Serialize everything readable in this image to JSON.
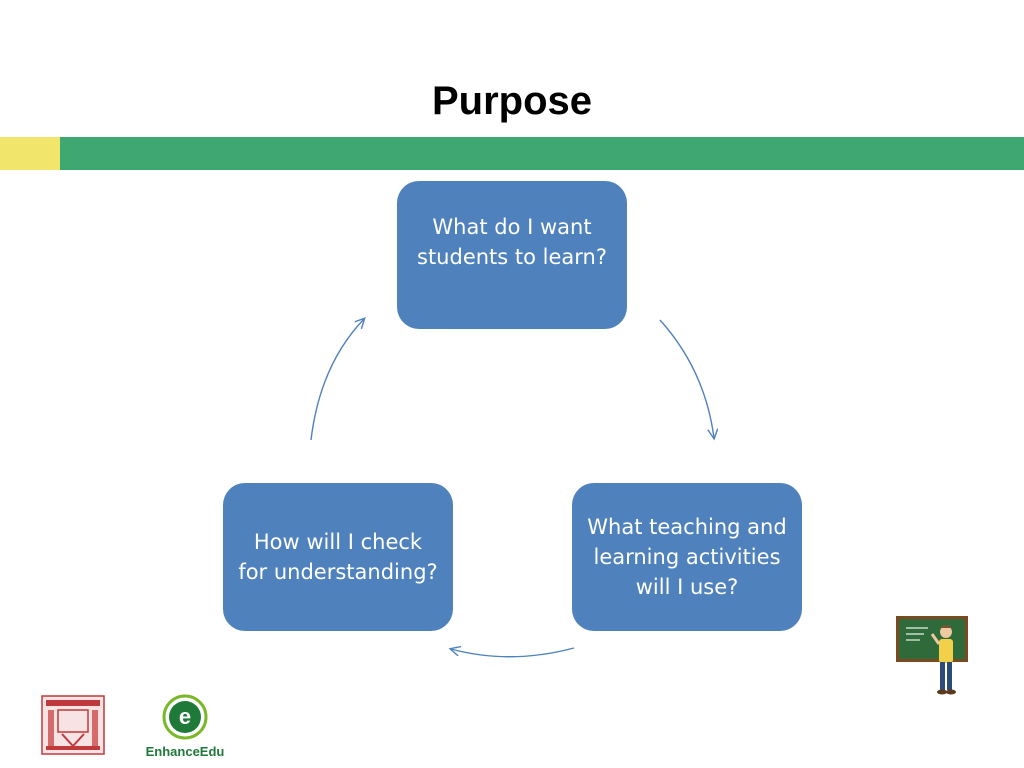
{
  "slide": {
    "title": "Purpose"
  },
  "colors": {
    "accent_yellow": "#F2E56B",
    "accent_green": "#3FA772",
    "node_fill": "#4F81BD",
    "arrow": "#4F81BD",
    "brand_green": "#1F7A3A"
  },
  "cycle": {
    "nodes": [
      {
        "label": "What do I want students to learn?"
      },
      {
        "label": "What teaching and learning activities will I use?"
      },
      {
        "label": "How will I check for understanding?"
      }
    ]
  },
  "branding": {
    "logo_left_icon": "institution-emblem-icon",
    "logo_right_icon": "enhanceedu-logo-icon",
    "logo_right_text": "EnhanceEdu",
    "clipart_icon": "teacher-at-blackboard-icon"
  }
}
